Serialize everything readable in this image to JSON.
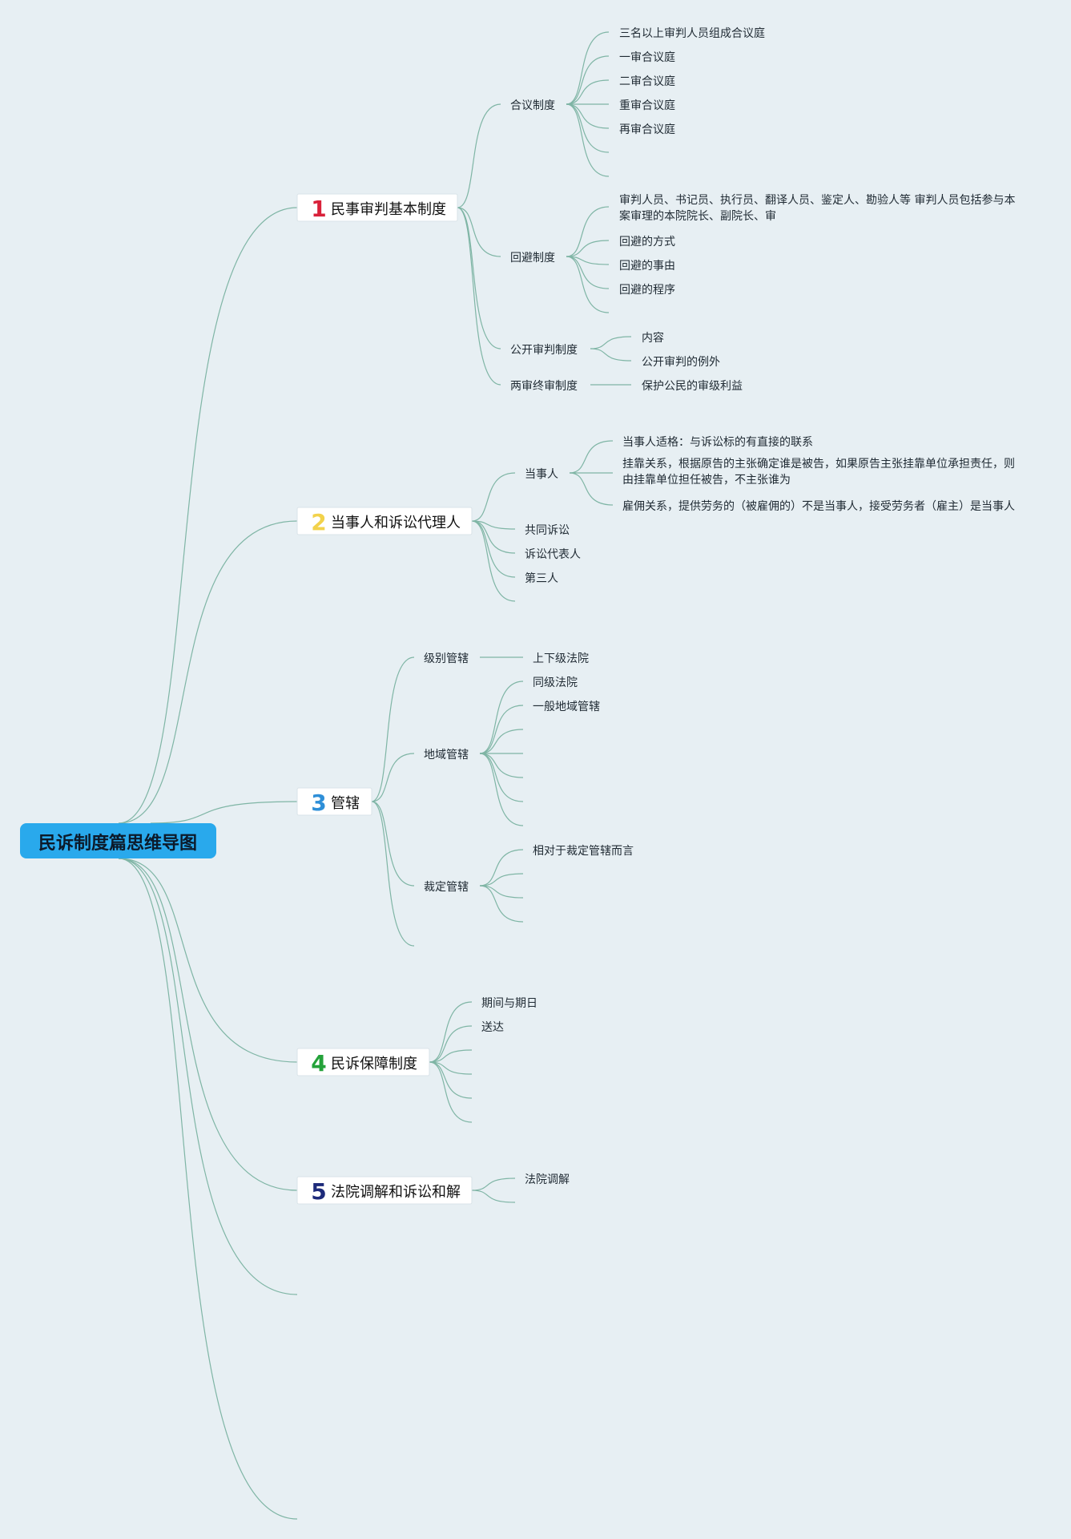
{
  "root": {
    "label": "民诉制度篇思维导图",
    "color": "#29a9ec"
  },
  "branches": [
    {
      "num": "1",
      "num_color": "#d9213a",
      "label": "民事审判基本制度",
      "children": [
        {
          "label": "合议制度",
          "children": [
            "三名以上审判人员组成合议庭",
            "一审合议庭",
            "二审合议庭",
            "重审合议庭",
            "再审合议庭",
            ""
          ]
        },
        {
          "label": "回避制度",
          "children": [
            "审判人员、书记员、执行员、翻译人员、鉴定人、勘验人等 审判人员包括参与本案审理的本院院长、副院长、审",
            "回避的方式",
            "回避的事由",
            "回避的程序",
            ""
          ]
        },
        {
          "label": "公开审判制度",
          "children": [
            "内容",
            "公开审判的例外"
          ]
        },
        {
          "label": "两审终审制度",
          "children": [
            "保护公民的审级利益"
          ]
        }
      ]
    },
    {
      "num": "2",
      "num_color": "#f2d24b",
      "label": "当事人和诉讼代理人",
      "children": [
        {
          "label": "当事人",
          "children": [
            "当事人适格：与诉讼标的有直接的联系",
            "挂靠关系，根据原告的主张确定谁是被告，如果原告主张挂靠单位承担责任，则由挂靠单位担任被告，不主张谁为",
            "雇佣关系，提供劳务的（被雇佣的）不是当事人，接受劳务者（雇主）是当事人"
          ]
        },
        {
          "label": "共同诉讼",
          "children": []
        },
        {
          "label": "诉讼代表人",
          "children": []
        },
        {
          "label": "第三人",
          "children": []
        },
        {
          "label": "",
          "children": []
        }
      ]
    },
    {
      "num": "3",
      "num_color": "#2e8fd8",
      "label": "管辖",
      "children": [
        {
          "label": "级别管辖",
          "children": [
            "上下级法院"
          ]
        },
        {
          "label": "地域管辖",
          "children": [
            "同级法院",
            "一般地域管辖",
            "",
            "",
            "",
            "",
            ""
          ]
        },
        {
          "label": "裁定管辖",
          "children": [
            "相对于裁定管辖而言",
            "",
            "",
            ""
          ]
        },
        {
          "label": "",
          "children": []
        }
      ]
    },
    {
      "num": "4",
      "num_color": "#24a23a",
      "label": "民诉保障制度",
      "children": [
        {
          "label": "期间与期日",
          "children": []
        },
        {
          "label": "送达",
          "children": []
        },
        {
          "label": "",
          "children": []
        },
        {
          "label": "",
          "children": []
        },
        {
          "label": "",
          "children": []
        }
      ]
    },
    {
      "num": "5",
      "num_color": "#1d2a7a",
      "label": "法院调解和诉讼和解",
      "children": [
        {
          "label": "法院调解",
          "children": []
        },
        {
          "label": "",
          "children": []
        }
      ]
    }
  ]
}
